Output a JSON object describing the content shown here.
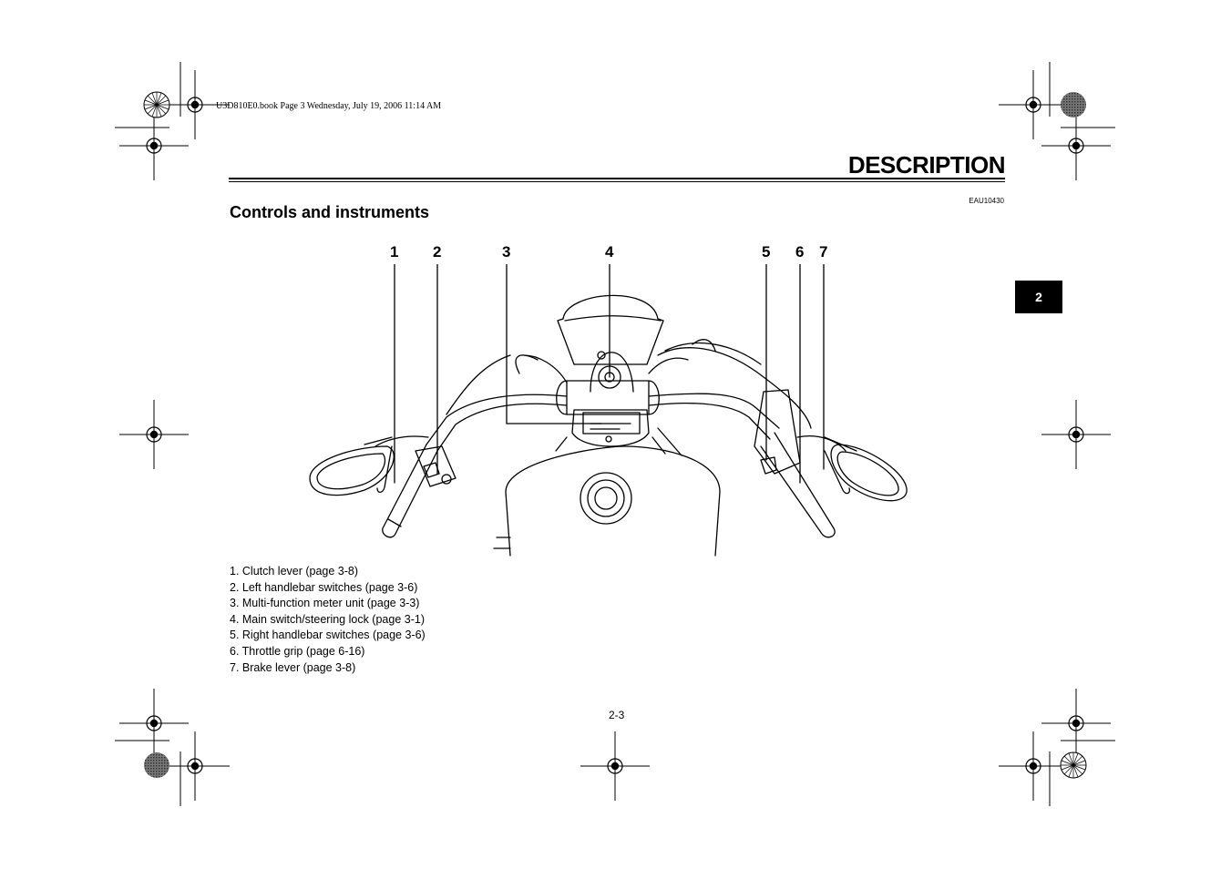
{
  "print_header": "U3D810E0.book  Page 3  Wednesday, July 19, 2006  11:14 AM",
  "chapter_title": "DESCRIPTION",
  "doc_code": "EAU10430",
  "section_title": "Controls and instruments",
  "chapter_tab": "2",
  "figure": {
    "callouts": [
      "1",
      "2",
      "3",
      "4",
      "5",
      "6",
      "7"
    ]
  },
  "legend": [
    "1. Clutch lever (page 3-8)",
    "2. Left handlebar switches (page 3-6)",
    "3. Multi-function meter unit (page 3-3)",
    "4. Main switch/steering lock (page 3-1)",
    "5. Right handlebar switches (page 3-6)",
    "6. Throttle grip (page 6-16)",
    "7. Brake lever (page 3-8)"
  ],
  "page_number": "2-3"
}
